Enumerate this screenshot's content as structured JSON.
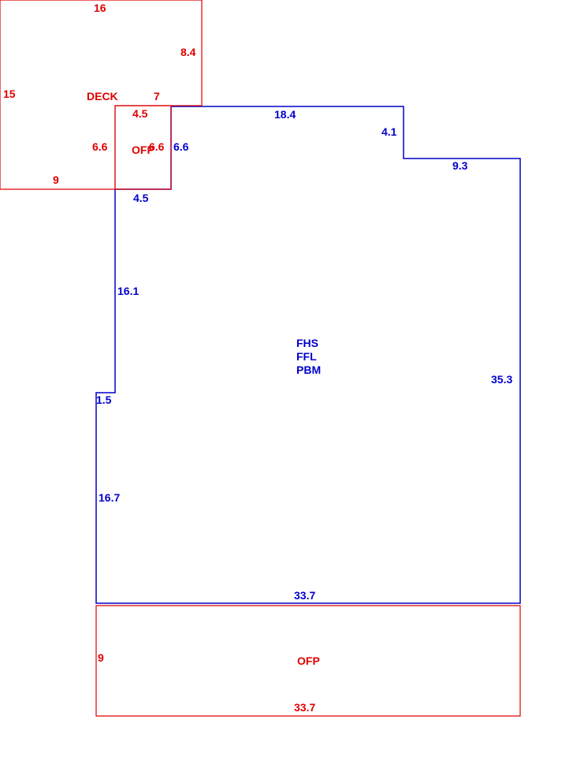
{
  "colors": {
    "house": "#0000cc",
    "addition": "#e00000"
  },
  "house": {
    "codes": [
      "FHS",
      "FFL",
      "PBM"
    ],
    "dims": {
      "top_main": "18.4",
      "step_down": "4.1",
      "right_step": "9.3",
      "right": "35.3",
      "bottom": "33.7",
      "left_lower": "16.7",
      "left_jog": "1.5",
      "left_upper": "16.1",
      "notch_bottom": "4.5",
      "notch_side": "6.6"
    }
  },
  "deck": {
    "label": "DECK",
    "dims": {
      "top": "16",
      "right": "8.4",
      "left": "15",
      "inner_top": "7",
      "inner_side": "6.6",
      "bottom": "9"
    }
  },
  "ofp_small": {
    "label": "OFP",
    "dims": {
      "top": "4.5",
      "side": "6.6"
    }
  },
  "ofp_bottom": {
    "label": "OFP",
    "dims": {
      "side": "9",
      "bottom": "33.7"
    }
  }
}
